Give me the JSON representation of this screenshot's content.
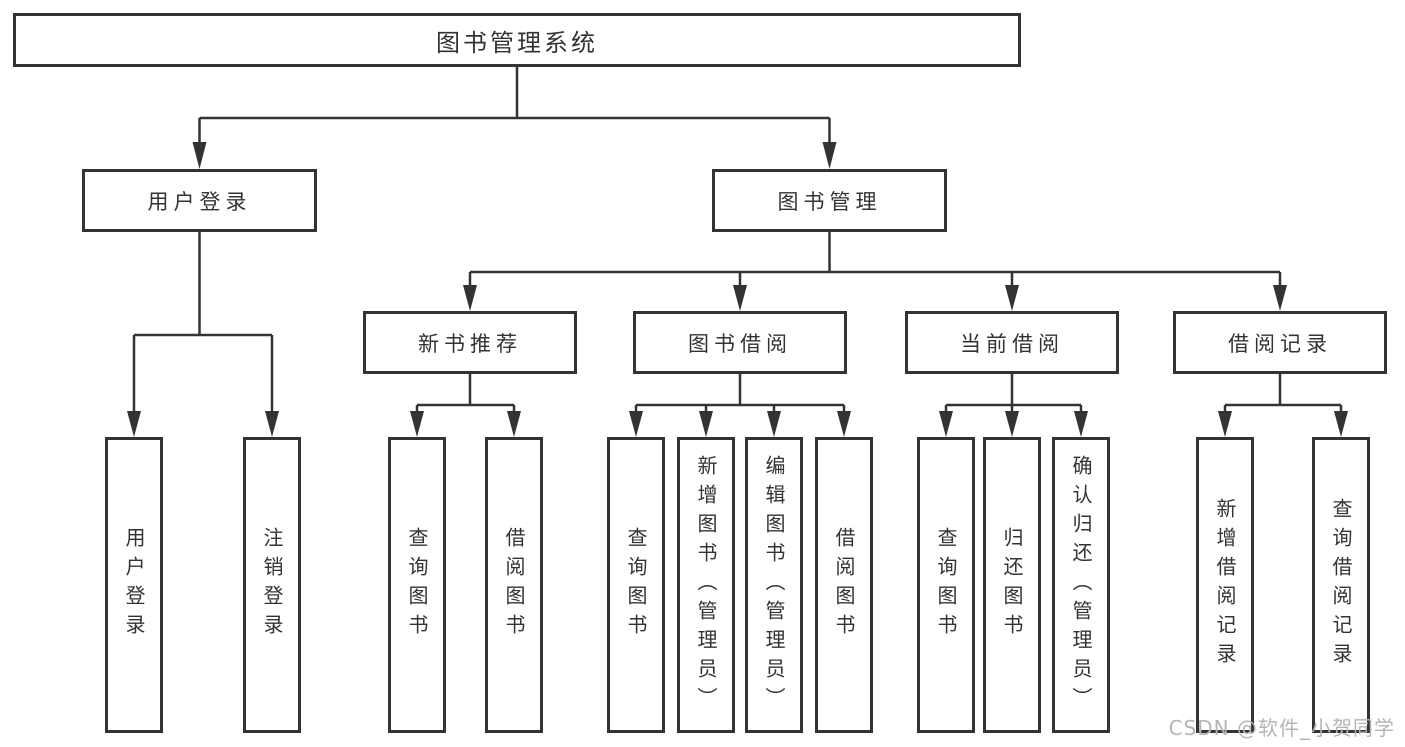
{
  "tree": {
    "root": {
      "label": "图书管理系统"
    },
    "children": [
      {
        "label": "用户登录",
        "children": [
          {
            "label": "用户登录"
          },
          {
            "label": "注销登录"
          }
        ]
      },
      {
        "label": "图书管理",
        "children": [
          {
            "label": "新书推荐",
            "children": [
              {
                "label": "查询图书"
              },
              {
                "label": "借阅图书"
              }
            ]
          },
          {
            "label": "图书借阅",
            "children": [
              {
                "label": "查询图书"
              },
              {
                "label": "新增图书（管理员）"
              },
              {
                "label": "编辑图书（管理员）"
              },
              {
                "label": "借阅图书"
              }
            ]
          },
          {
            "label": "当前借阅",
            "children": [
              {
                "label": "查询图书"
              },
              {
                "label": "归还图书"
              },
              {
                "label": "确认归还（管理员）"
              }
            ]
          },
          {
            "label": "借阅记录",
            "children": [
              {
                "label": "新增借阅记录"
              },
              {
                "label": "查询借阅记录"
              }
            ]
          }
        ]
      }
    ]
  },
  "watermark": {
    "text": "CSDN @软件_小贺同学"
  },
  "colors": {
    "line": "#333333",
    "box_border": "#333333",
    "box_fill": "#ffffff",
    "text": "#333333",
    "watermark": "#b5b5b5",
    "background": "#ffffff"
  }
}
